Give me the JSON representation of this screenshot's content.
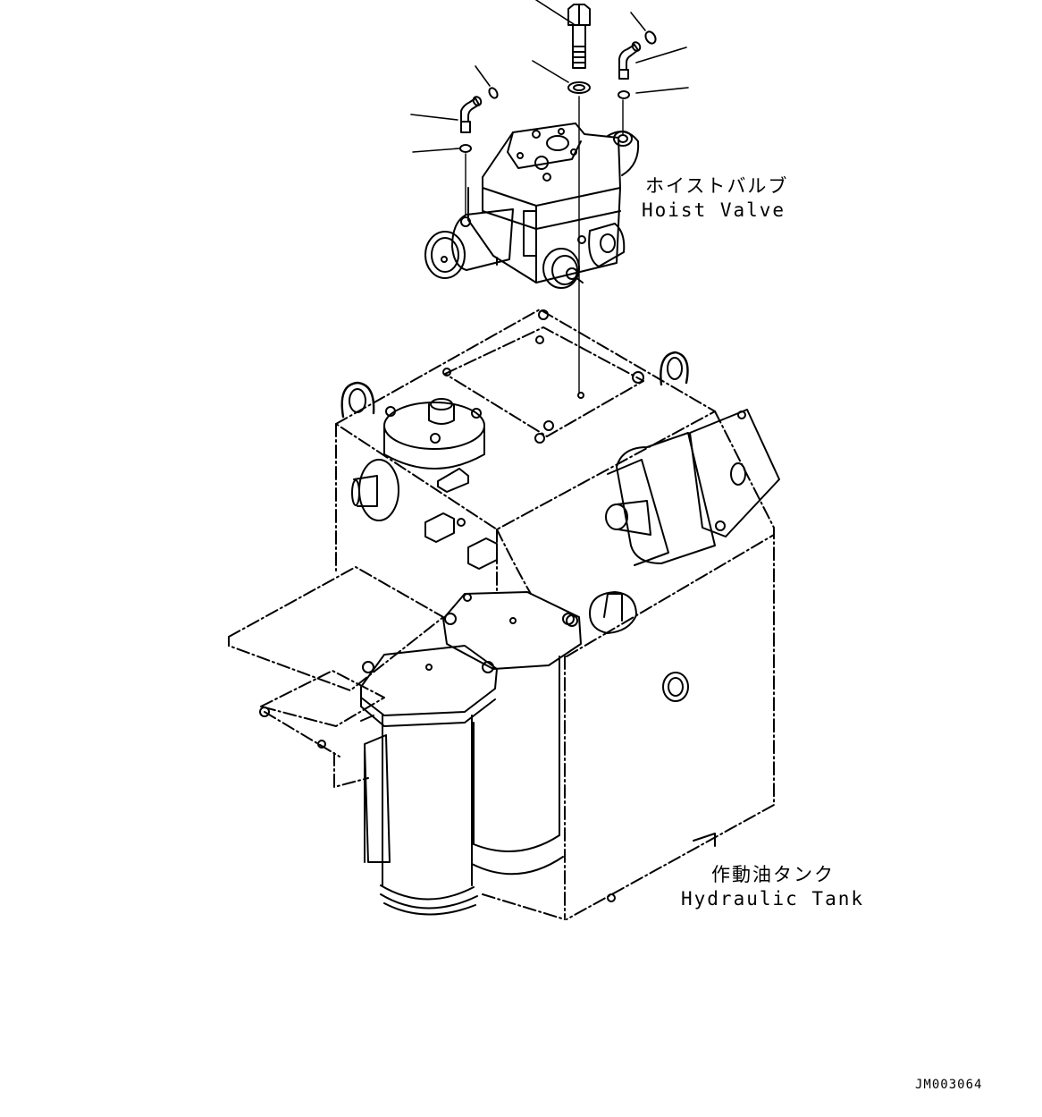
{
  "labels": {
    "hoist_valve_jp": "ホイストバルブ",
    "hoist_valve_en": "Hoist Valve",
    "hydraulic_tank_jp": "作動油タンク",
    "hydraulic_tank_en": "Hydraulic Tank",
    "drawing_code": "JM003064"
  }
}
